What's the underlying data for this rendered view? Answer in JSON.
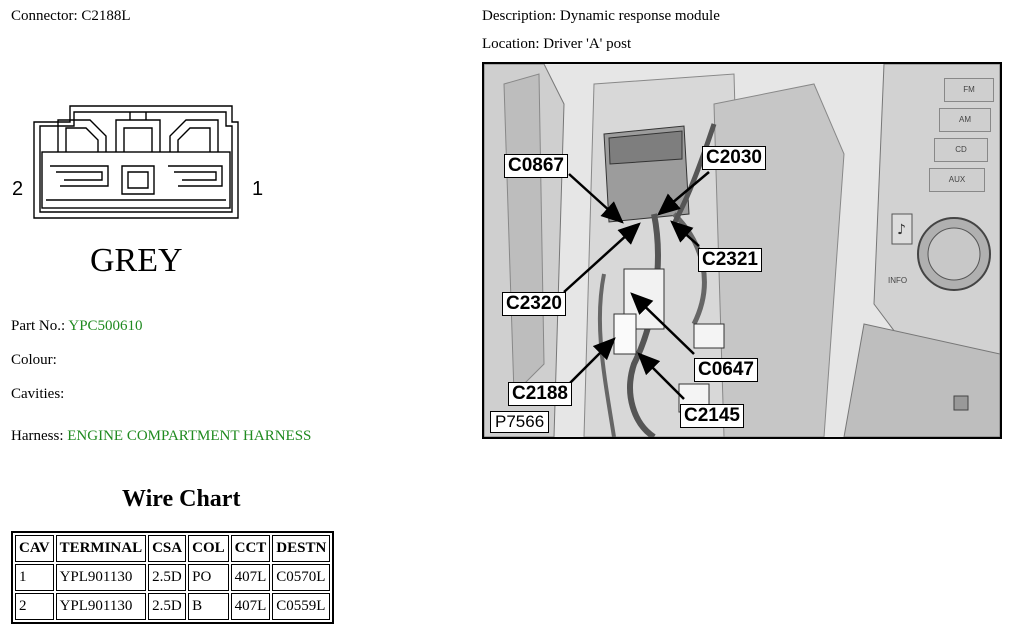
{
  "connector": {
    "label": "Connector:",
    "value": "C2188L"
  },
  "description": {
    "label": "Description:",
    "value": "Dynamic response module"
  },
  "location": {
    "label": "Location:",
    "value": "Driver 'A' post"
  },
  "diagram": {
    "pin_left": "2",
    "pin_right": "1",
    "color_label": "GREY"
  },
  "part_no": {
    "label": "Part No.:",
    "value": "YPC500610"
  },
  "colour": {
    "label": "Colour:"
  },
  "cavities": {
    "label": "Cavities:"
  },
  "harness": {
    "label": "Harness:",
    "value": "ENGINE COMPARTMENT HARNESS"
  },
  "wire_chart": {
    "title": "Wire Chart",
    "headers": [
      "CAV",
      "TERMINAL",
      "CSA",
      "COL",
      "CCT",
      "DESTN"
    ],
    "rows": [
      [
        "1",
        "YPL901130",
        "2.5D",
        "PO",
        "407L",
        "C0570L"
      ],
      [
        "2",
        "YPL901130",
        "2.5D",
        "B",
        "407L",
        "C0559L"
      ]
    ]
  },
  "photo": {
    "ref": "P7566",
    "callouts": [
      "C0867",
      "C2030",
      "C2321",
      "C2320",
      "C0647",
      "C2188",
      "C2145"
    ],
    "radio_buttons": [
      "FM",
      "AM",
      "CD",
      "AUX",
      "INFO"
    ]
  }
}
